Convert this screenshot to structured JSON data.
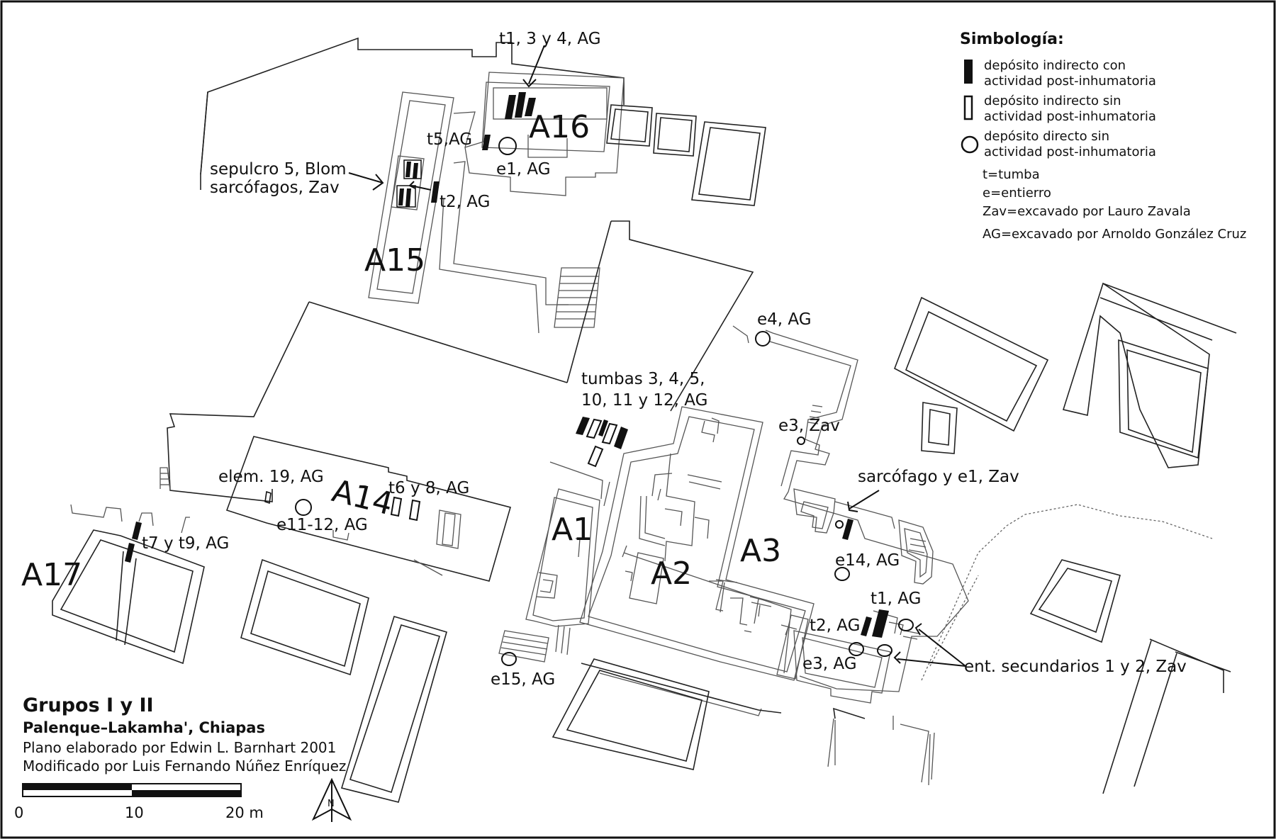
{
  "legend": {
    "title": "Simbología:",
    "items": [
      {
        "line1": "depósito indirecto con",
        "line2": "actividad post-inhumatoria"
      },
      {
        "line1": "depósito indirecto sin",
        "line2": "actividad post-inhumatoria"
      },
      {
        "line1": "depósito directo sin",
        "line2": "actividad post-inhumatoria"
      }
    ],
    "abbreviations": [
      "t=tumba",
      "e=entierro",
      "Zav=excavado por Lauro Zavala",
      "AG=excavado por Arnoldo González Cruz"
    ]
  },
  "structures": {
    "a16": "A16",
    "a15": "A15",
    "a14": "A14",
    "a17": "A17",
    "a1": "A1",
    "a2": "A2",
    "a3": "A3"
  },
  "labels": {
    "t1_3_4_ag": "t1, 3 y 4, AG",
    "t5_ag": "t5,AG",
    "e1_ag": "e1, AG",
    "sepulcro_line1": "sepulcro 5, Blom",
    "sepulcro_line2": "sarcófagos, Zav",
    "t2_ag_top": "t2, AG",
    "e4_ag": "e4, AG",
    "tumbas_line1": "tumbas 3, 4, 5,",
    "tumbas_line2": "10, 11 y 12, AG",
    "e3_zav": "e3, Zav",
    "sarcofago_e1_zav": "sarcófago y e1, Zav",
    "elem19_ag": "elem. 19, AG",
    "t6_8_ag": "t6 y 8, AG",
    "e11_12_ag": "e11-12, AG",
    "t7_9_ag": "t7 y t9, AG",
    "e14_ag": "e14, AG",
    "t1_ag": "t1, AG",
    "t2_ag": "t2, AG",
    "e3_ag": "e3, AG",
    "ent_secundarios": "ent. secundarios 1 y 2, Zav",
    "e15_ag": "e15, AG"
  },
  "title_block": {
    "title": "Grupos I y II",
    "subtitle": "Palenque–Lakamha', Chiapas",
    "credit1": "Plano elaborado por Edwin L. Barnhart 2001",
    "credit2": "Modificado por Luis Fernando Núñez Enríquez"
  },
  "scale_bar": {
    "ticks": [
      "0",
      "10",
      "20 m"
    ]
  },
  "north_arrow": {
    "label": "N"
  }
}
